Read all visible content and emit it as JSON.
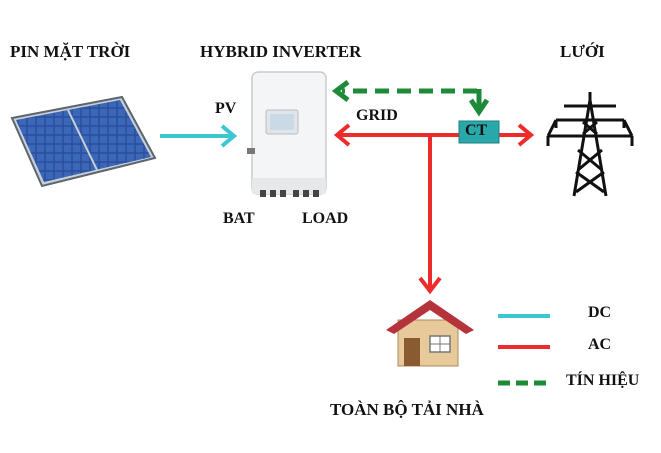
{
  "titles": {
    "solar": "PIN MẶT TRỜI",
    "inverter": "HYBRID INVERTER",
    "grid": "LƯỚI",
    "house": "TOÀN BỘ TẢI  NHÀ"
  },
  "ports": {
    "pv": "PV",
    "grid": "GRID",
    "bat": "BAT",
    "load": "LOAD"
  },
  "ct": {
    "label": "CT"
  },
  "legend": {
    "items": [
      {
        "label": "DC",
        "color": "#3cc6d0",
        "style": "solid"
      },
      {
        "label": "AC",
        "color": "#ee2b2b",
        "style": "solid"
      },
      {
        "label": "TÍN HIỆU",
        "color": "#1d8a38",
        "style": "dashed"
      }
    ]
  },
  "colors": {
    "dc": "#3cc6d0",
    "ac": "#ee2b2b",
    "signal": "#1d8a38",
    "ct_box": "#2aa7a9",
    "tower": "#111111",
    "panel": "#2a4f9c"
  }
}
